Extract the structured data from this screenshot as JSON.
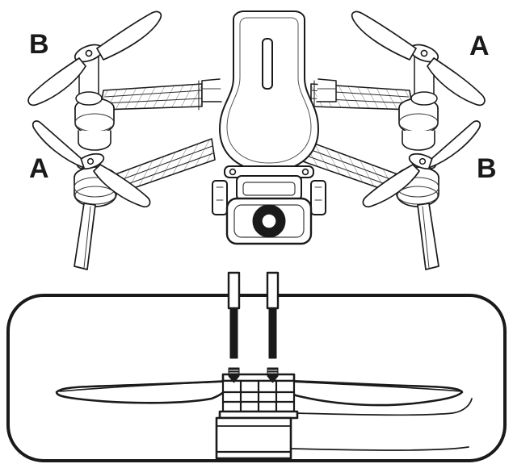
{
  "figure": {
    "title_text": "",
    "kind": "drone-propeller-installation-diagram",
    "stroke_color": "#1a1a1a",
    "fill_color": "#ffffff",
    "background_color": "#ffffff"
  },
  "labels": {
    "top_left": "B",
    "bottom_left": "A",
    "top_right": "A",
    "bottom_right": "B"
  },
  "top_view": {
    "name": "drone-top-view",
    "body": {
      "name": "drone-body",
      "vent_slot": "",
      "camera_label": ""
    },
    "arms": [
      {
        "position": "front-left",
        "propeller_label": "B"
      },
      {
        "position": "front-right",
        "propeller_label": "A"
      },
      {
        "position": "rear-left",
        "propeller_label": "A"
      },
      {
        "position": "rear-right",
        "propeller_label": "B"
      }
    ]
  },
  "detail_view": {
    "name": "propeller-mount-detail",
    "screws_count": 2,
    "screw_left_label": "",
    "screw_right_label": "",
    "hub_label": "",
    "motor_label": "",
    "blade_left_label": "",
    "blade_right_label": ""
  }
}
